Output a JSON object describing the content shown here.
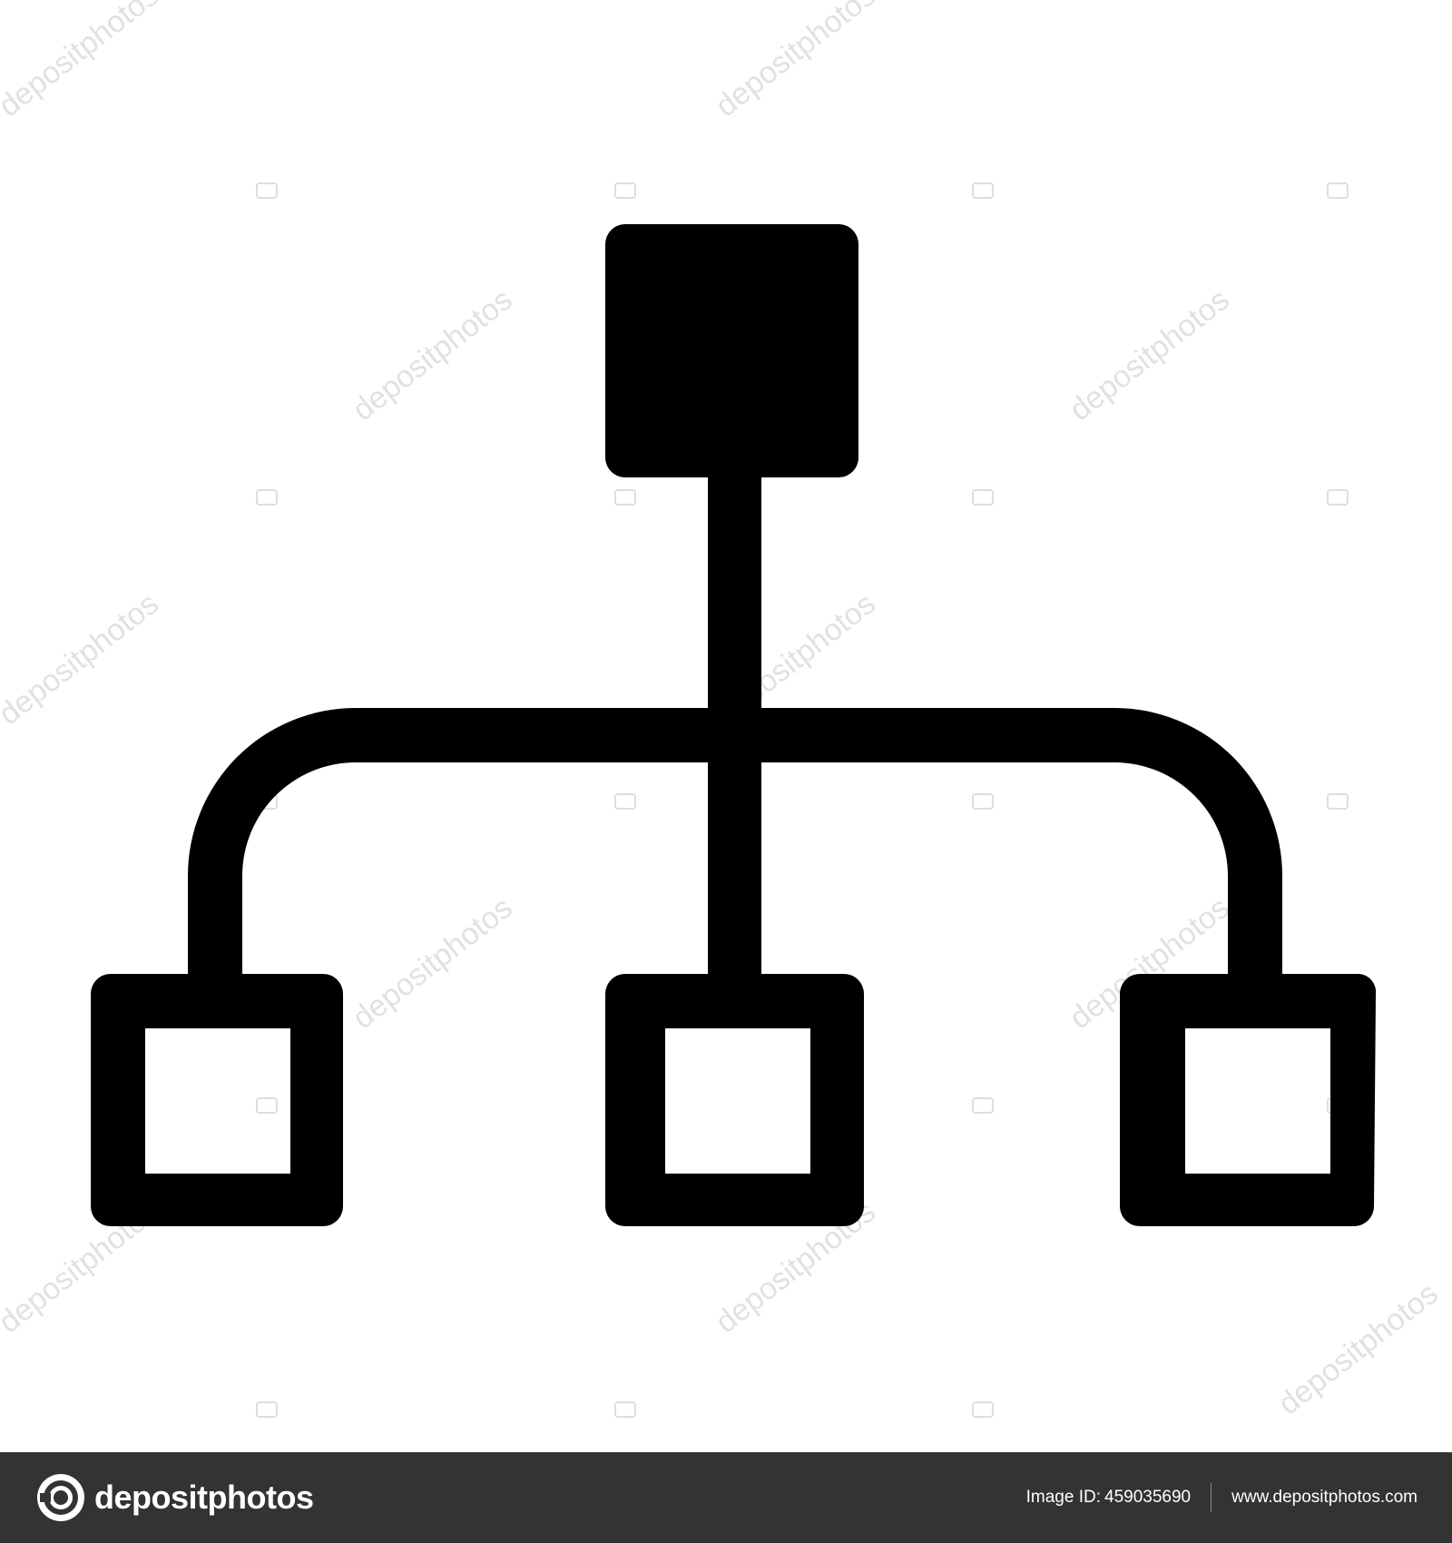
{
  "icon": {
    "name": "hierarchy-network-icon",
    "fill_color": "#000000",
    "background_color": "#ffffff"
  },
  "watermark": {
    "text": "depositphotos",
    "color": "#d9d9d9"
  },
  "footer": {
    "background_color": "#333333",
    "brand_name": "depositphotos",
    "image_id_label": "Image ID:",
    "image_id_value": "459035690",
    "website": "www.depositphotos.com"
  }
}
